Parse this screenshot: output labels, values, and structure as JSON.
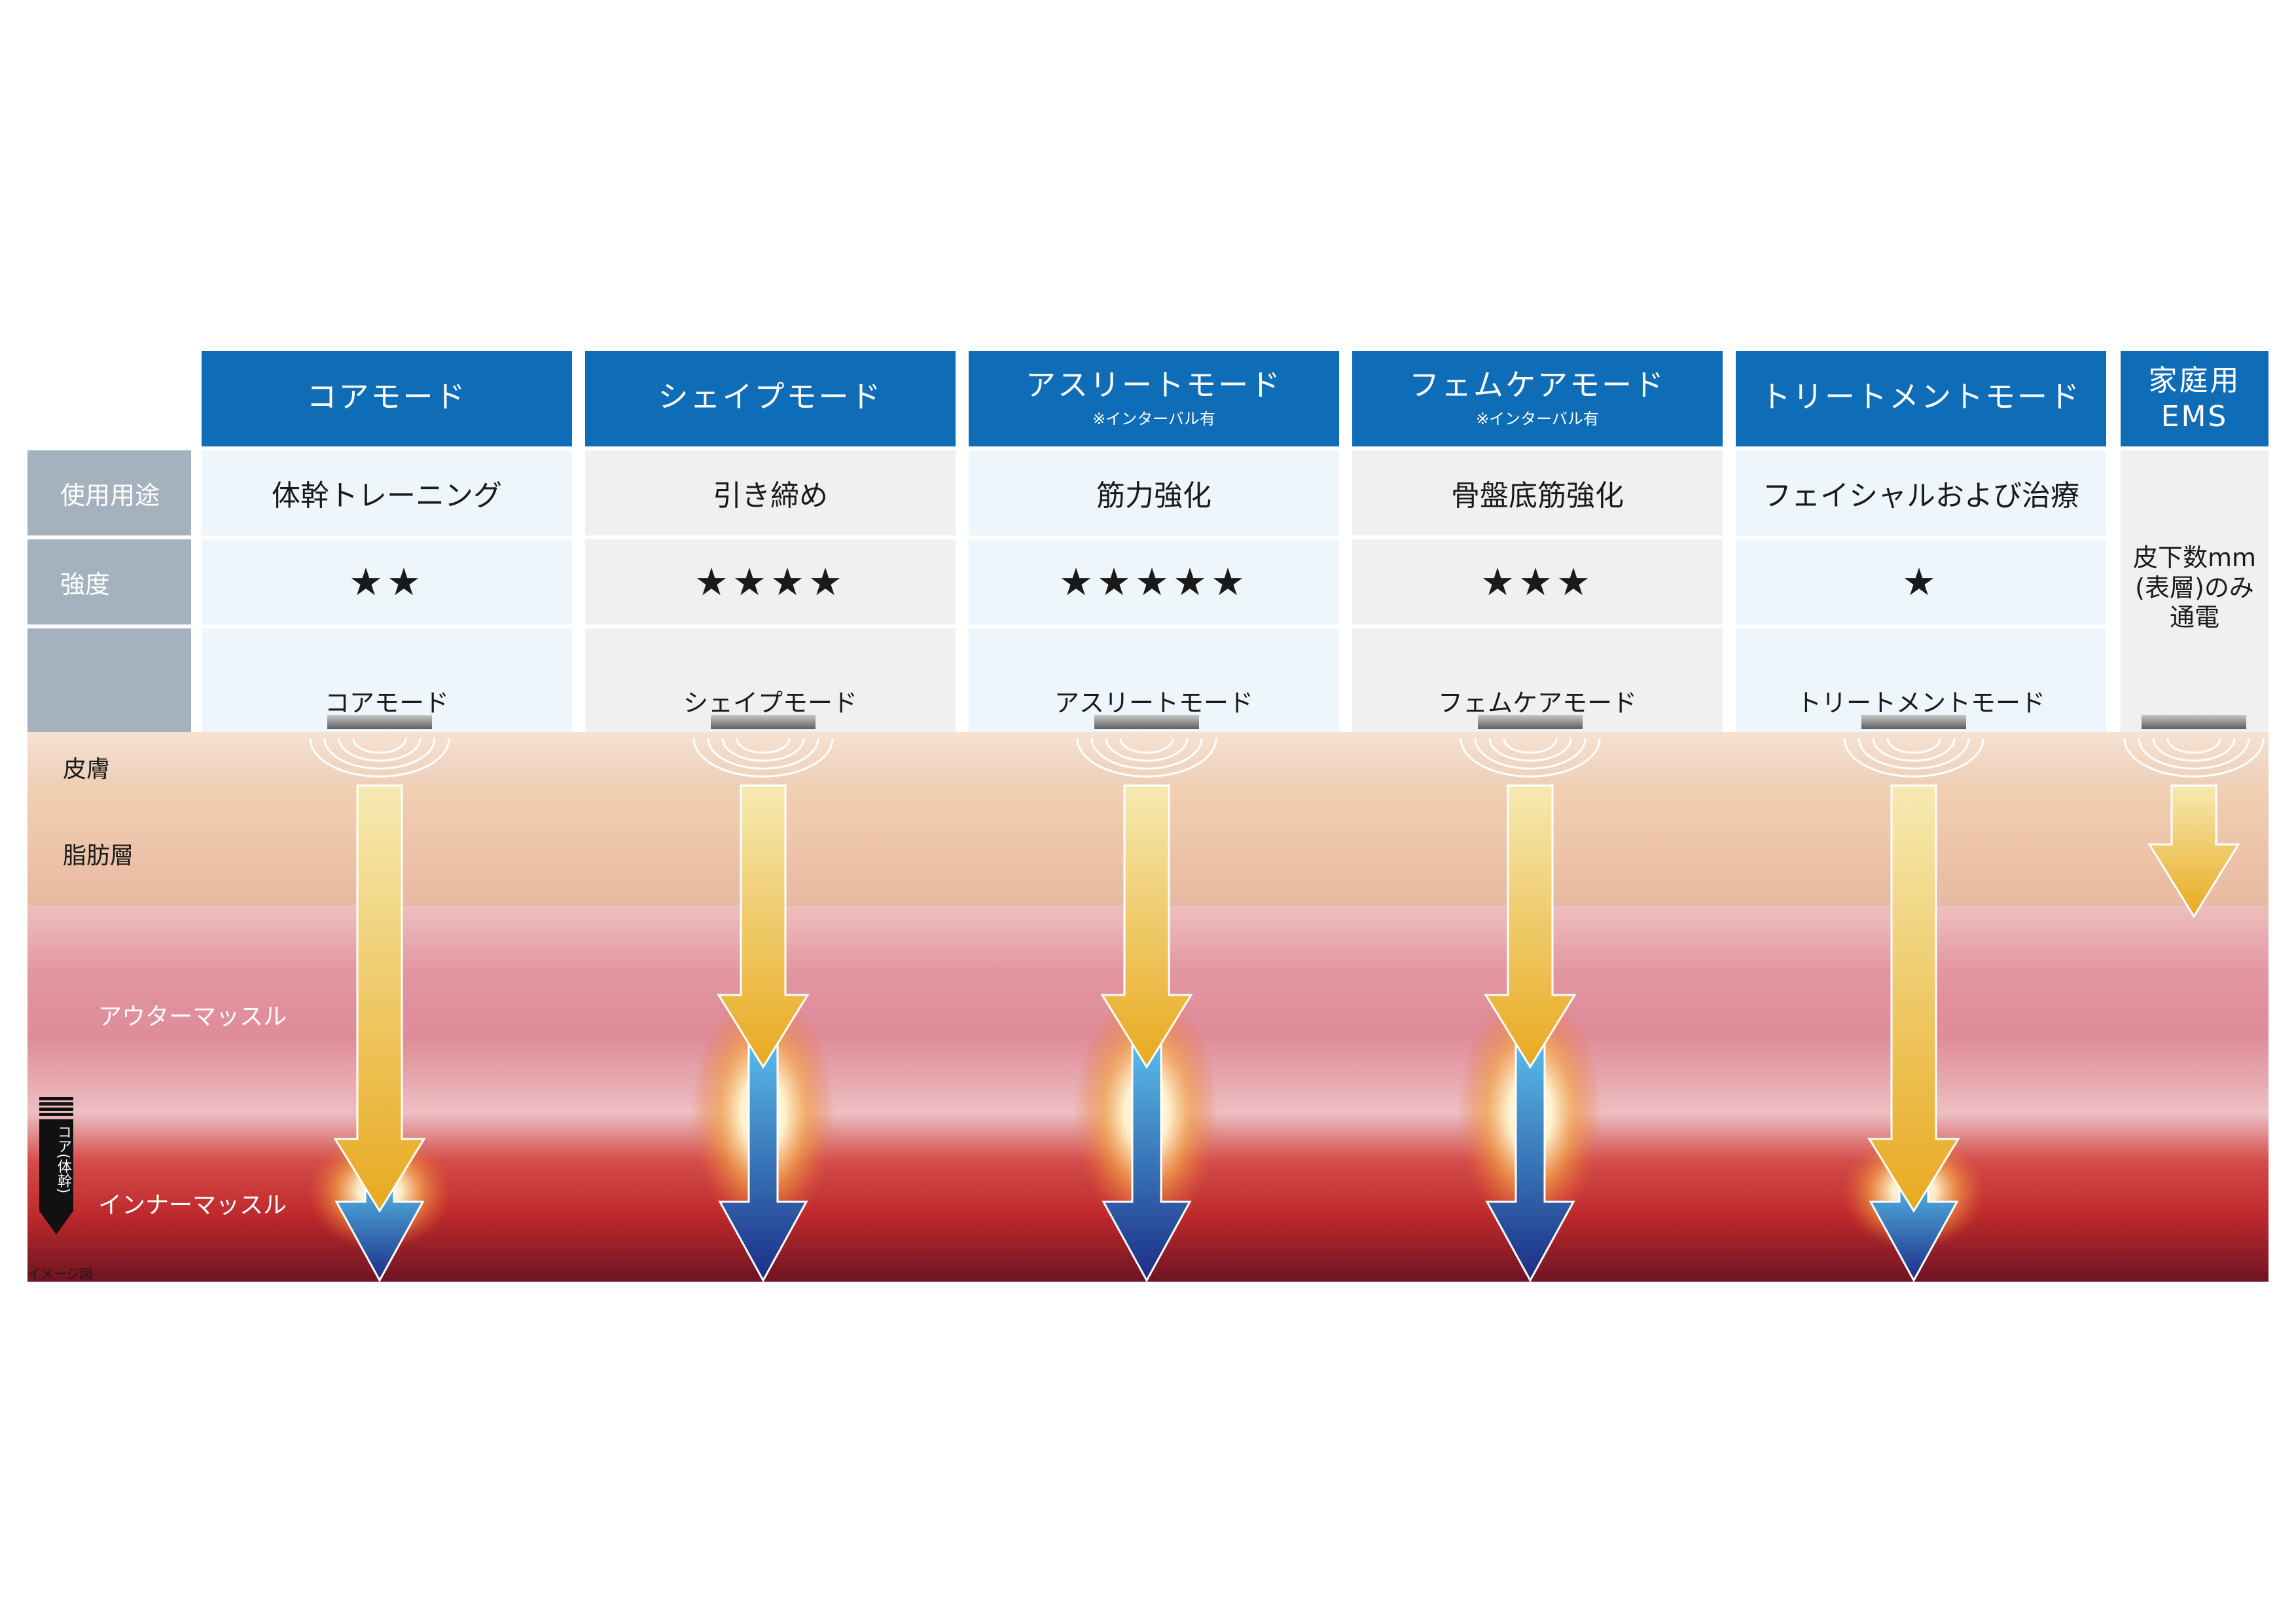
{
  "columns": [
    {
      "title": "コアモード",
      "note": "",
      "use": "体幹トレーニング",
      "strength": "★★",
      "name": "コアモード"
    },
    {
      "title": "シェイプモード",
      "note": "",
      "use": "引き締め",
      "strength": "★★★★",
      "name": "シェイプモード"
    },
    {
      "title": "アスリートモード",
      "note": "※インターバル有",
      "use": "筋力強化",
      "strength": "★★★★★",
      "name": "アスリートモード"
    },
    {
      "title": "フェムケアモード",
      "note": "※インターバル有",
      "use": "骨盤底筋強化",
      "strength": "★★★",
      "name": "フェムケアモード"
    },
    {
      "title": "トリートメントモード",
      "note": "",
      "use": "フェイシャルおよび治療",
      "strength": "★",
      "name": "トリートメントモード"
    }
  ],
  "ems": {
    "title_line1": "家庭用",
    "title_line2": "EMS",
    "note_line1": "皮下数mm",
    "note_line2": "(表層)のみ",
    "note_line3": "通電"
  },
  "row_labels": {
    "use": "使用用途",
    "strength": "強度",
    "blank": ""
  },
  "layers": {
    "skin": "皮膚",
    "fat": "脂肪層",
    "outer": "アウターマッスル",
    "inner": "インナーマッスル"
  },
  "core_marker": "コア(体幹)",
  "footnote": "イメージ図",
  "arrows": [
    {
      "yellow_depth": "inner",
      "blue_depth": "inner"
    },
    {
      "yellow_depth": "outer",
      "blue_depth": "inner"
    },
    {
      "yellow_depth": "outer",
      "blue_depth": "inner"
    },
    {
      "yellow_depth": "outer",
      "blue_depth": "inner"
    },
    {
      "yellow_depth": "inner",
      "blue_depth": "inner"
    }
  ],
  "colors": {
    "header": "#0f6db8",
    "label": "#a3b2be",
    "yellow": "#f0b42a",
    "blue": "#1d3f96"
  }
}
